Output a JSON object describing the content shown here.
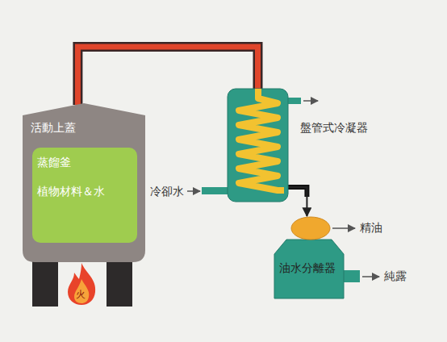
{
  "diagram": {
    "nodes": [
      {
        "text": [
          "活動上蓋"
        ]
      },
      {
        "text": [
          "蒸餾釜",
          "植物材料＆水"
        ],
        "in": 0
      },
      {
        "text": [
          "盤管式冷凝器"
        ]
      },
      {
        "text": [
          "火"
        ]
      },
      {
        "text": [
          "油水分離器"
        ]
      }
    ],
    "edges": [
      {
        "from": 0,
        "to": 2,
        "arrow": "none"
      },
      {
        "from": 2,
        "to": 4,
        "arrow": "to"
      }
    ],
    "labels": [
      "冷卻水",
      "精油",
      "純露"
    ]
  }
}
